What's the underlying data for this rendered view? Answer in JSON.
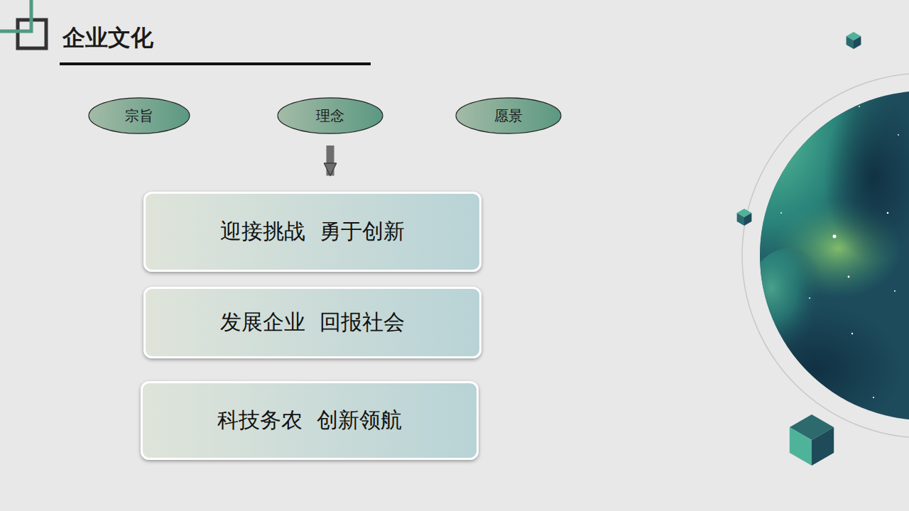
{
  "diagram": {
    "title": "企业文化",
    "nodes": [
      {
        "text": [
          "宗旨"
        ]
      },
      {
        "text": [
          "理念"
        ]
      },
      {
        "text": [
          "愿景"
        ]
      },
      {
        "text": [
          "迎接挑战 勇于创新"
        ]
      },
      {
        "text": [
          "发展企业 回报社会"
        ]
      },
      {
        "text": [
          "科技务农 创新领航"
        ]
      }
    ],
    "edges": [
      {
        "from": 1,
        "to": 3,
        "arrow": "to"
      }
    ]
  }
}
